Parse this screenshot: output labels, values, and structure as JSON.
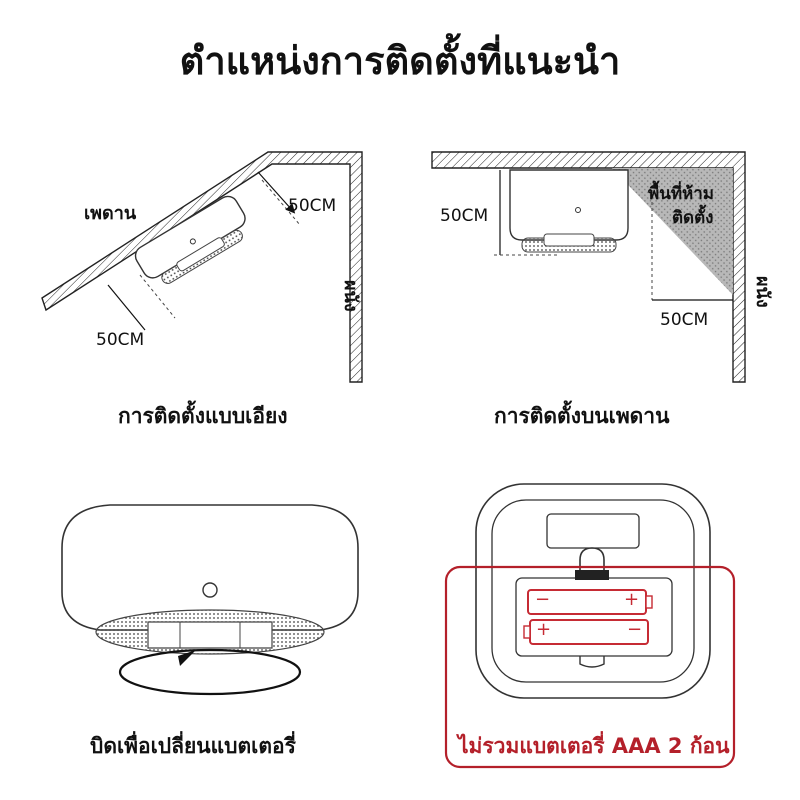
{
  "title": "ตำแหน่งการติดตั้งที่แนะนำ",
  "slanted": {
    "ceiling_label": "เพดาน",
    "wall_label": "ผนัง",
    "dim_top": "50CM",
    "dim_bottom": "50CM",
    "caption": "การติดตั้งแบบเอียง"
  },
  "flat": {
    "dim_left": "50CM",
    "dim_bottom": "50CM",
    "forbidden_label_line1": "พื้นที่ห้าม",
    "forbidden_label_line2": "ติดตั้ง",
    "wall_label": "ผนัง",
    "caption": "การติดตั้งบนเพดาน"
  },
  "battery_change": {
    "caption": "บิดเพื่อเปลี่ยนแบตเตอรี่"
  },
  "battery_bay": {
    "caption": "ไม่รวมแบตเตอรี่ AAA 2 ก้อน",
    "minus": "−",
    "plus": "+"
  },
  "colors": {
    "accent_red": "#b4202a",
    "hatch_stroke": "#222222",
    "forbidden_fill": "#bdbdbd"
  }
}
